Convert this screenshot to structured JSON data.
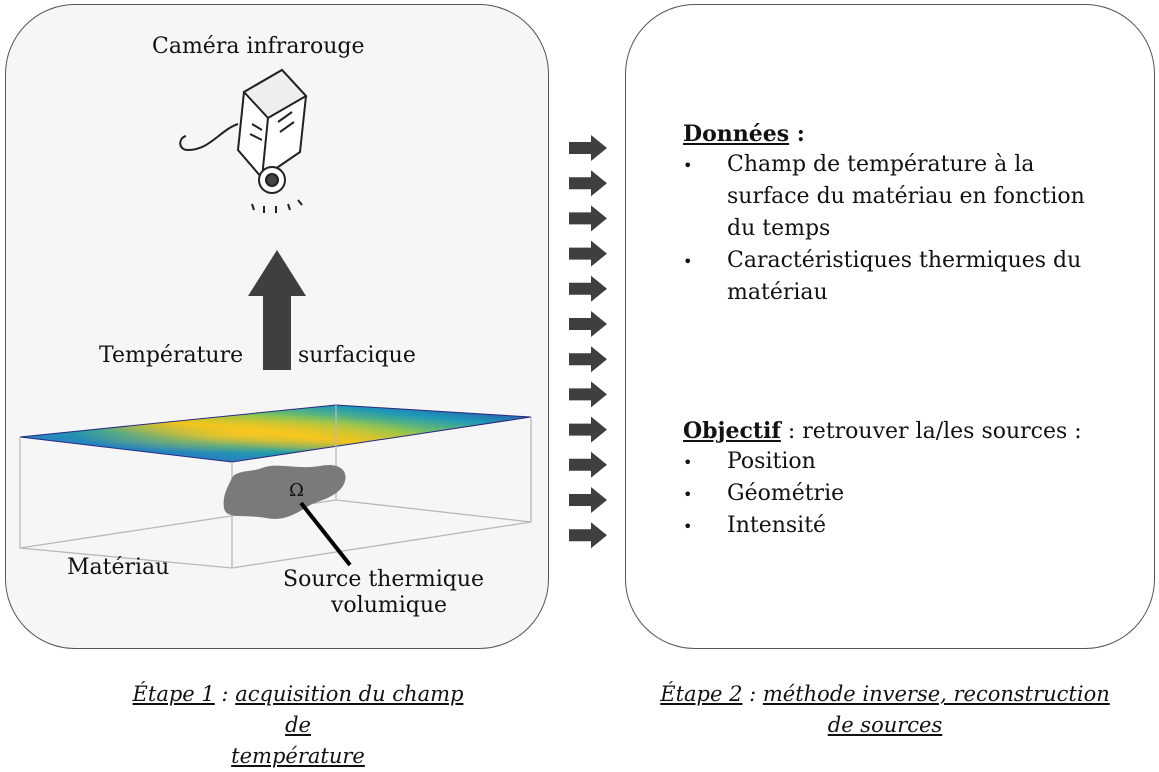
{
  "step1": {
    "camera_label": "Caméra infrarouge",
    "temperature_left": "Température",
    "temperature_right": "surfacique",
    "omega_symbol": "Ω",
    "material_label": "Matériau",
    "source_line1": "Source thermique",
    "source_line2": "volumique",
    "caption_prefix": "Étape 1",
    "caption_sep": " : ",
    "caption_line1": "acquisition du champ de",
    "caption_line2": "température"
  },
  "step2": {
    "data_title": "Données",
    "data_colon": " :",
    "data_items": [
      {
        "lines": [
          "Champ de température à la",
          "surface du matériau en fonction",
          "du temps"
        ]
      },
      {
        "lines": [
          "Caractéristiques thermiques du",
          "matériau"
        ]
      }
    ],
    "objective_title": "Objectif",
    "objective_rest": " : retrouver la/les sources :",
    "objective_items": [
      "Position",
      "Géométrie",
      "Intensité"
    ],
    "caption_prefix": "Étape 2",
    "caption_sep": " : ",
    "caption_line1": "méthode inverse, reconstruction",
    "caption_line2": "de sources"
  },
  "bullet_glyph": "•",
  "colors": {
    "panel_left_bg": "#f6f6f6",
    "arrow": "#3f3f3f",
    "source_blob": "#7a7a7a",
    "heat_low": "#3a2fa0",
    "heat_mid": "#1fa0a8",
    "heat_high": "#f2c21a"
  }
}
